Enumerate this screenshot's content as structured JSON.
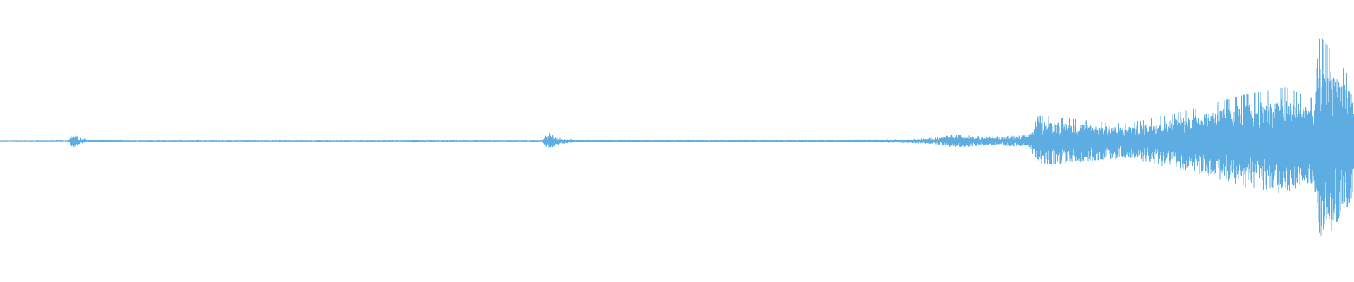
{
  "waveform": {
    "color": "#5dade2",
    "background": "#ffffff",
    "amplitude_profile": [
      {
        "t": 0.0,
        "a": 0.004
      },
      {
        "t": 0.05,
        "a": 0.005
      },
      {
        "t": 0.054,
        "a": 0.05
      },
      {
        "t": 0.058,
        "a": 0.025
      },
      {
        "t": 0.066,
        "a": 0.01
      },
      {
        "t": 0.1,
        "a": 0.006
      },
      {
        "t": 0.3,
        "a": 0.006
      },
      {
        "t": 0.306,
        "a": 0.012
      },
      {
        "t": 0.312,
        "a": 0.006
      },
      {
        "t": 0.4,
        "a": 0.006
      },
      {
        "t": 0.405,
        "a": 0.06
      },
      {
        "t": 0.412,
        "a": 0.025
      },
      {
        "t": 0.425,
        "a": 0.01
      },
      {
        "t": 0.6,
        "a": 0.008
      },
      {
        "t": 0.67,
        "a": 0.014
      },
      {
        "t": 0.69,
        "a": 0.022
      },
      {
        "t": 0.705,
        "a": 0.045
      },
      {
        "t": 0.73,
        "a": 0.03
      },
      {
        "t": 0.76,
        "a": 0.04
      },
      {
        "t": 0.767,
        "a": 0.18
      },
      {
        "t": 0.8,
        "a": 0.15
      },
      {
        "t": 0.83,
        "a": 0.12
      },
      {
        "t": 0.86,
        "a": 0.18
      },
      {
        "t": 0.89,
        "a": 0.25
      },
      {
        "t": 0.92,
        "a": 0.33
      },
      {
        "t": 0.95,
        "a": 0.38
      },
      {
        "t": 0.97,
        "a": 0.3
      },
      {
        "t": 0.975,
        "a": 0.75
      },
      {
        "t": 0.99,
        "a": 0.55
      },
      {
        "t": 1.0,
        "a": 0.4
      }
    ]
  }
}
